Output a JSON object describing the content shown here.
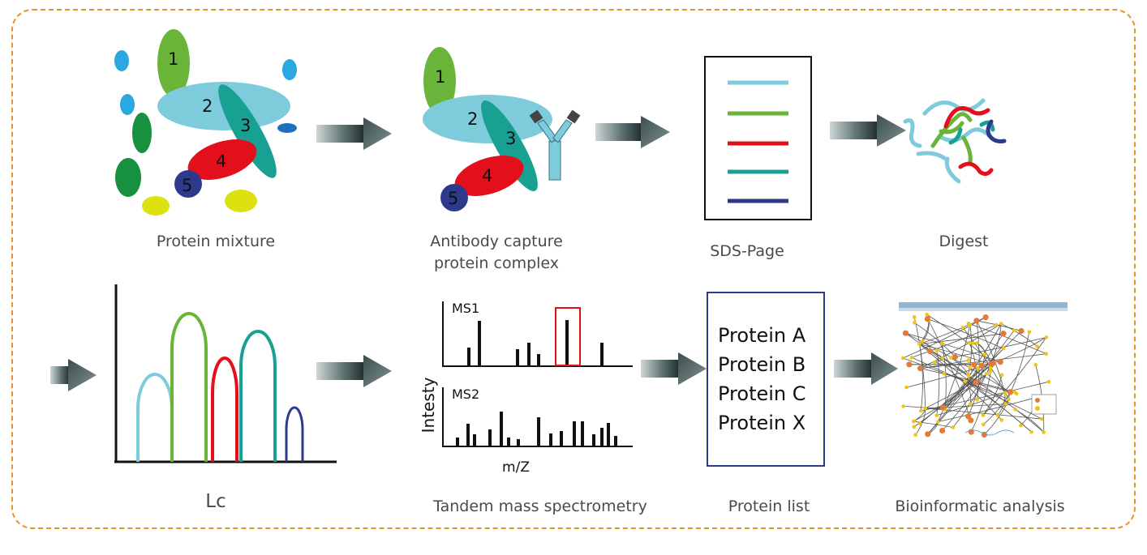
{
  "captions": {
    "protein_mixture": "Protein mixture",
    "antibody_capture_line1": "Antibody capture",
    "antibody_capture_line2": "protein complex",
    "sds_page": "SDS-Page",
    "digest": "Digest",
    "lc": "Lc",
    "tandem_ms": "Tandem mass spectrometry",
    "protein_list": "Protein list",
    "bioinformatic": "Bioinformatic analysis"
  },
  "protein_labels": [
    "1",
    "2",
    "3",
    "4",
    "5"
  ],
  "ms": {
    "ms1_label": "MS1",
    "ms2_label": "MS2",
    "y_label": "Intesty",
    "x_label": "m/Z"
  },
  "protein_list": [
    "Protein A",
    "Protein B",
    "Protein C",
    "Protein X"
  ],
  "colors": {
    "frame": "#e8912a",
    "light_blue": "#7ecbdc",
    "green": "#6ab43a",
    "red": "#e3101c",
    "teal": "#18a193",
    "navy": "#2d3a8c",
    "dark_green": "#179040",
    "yellow": "#dce10f",
    "sky": "#2ba8e0"
  }
}
